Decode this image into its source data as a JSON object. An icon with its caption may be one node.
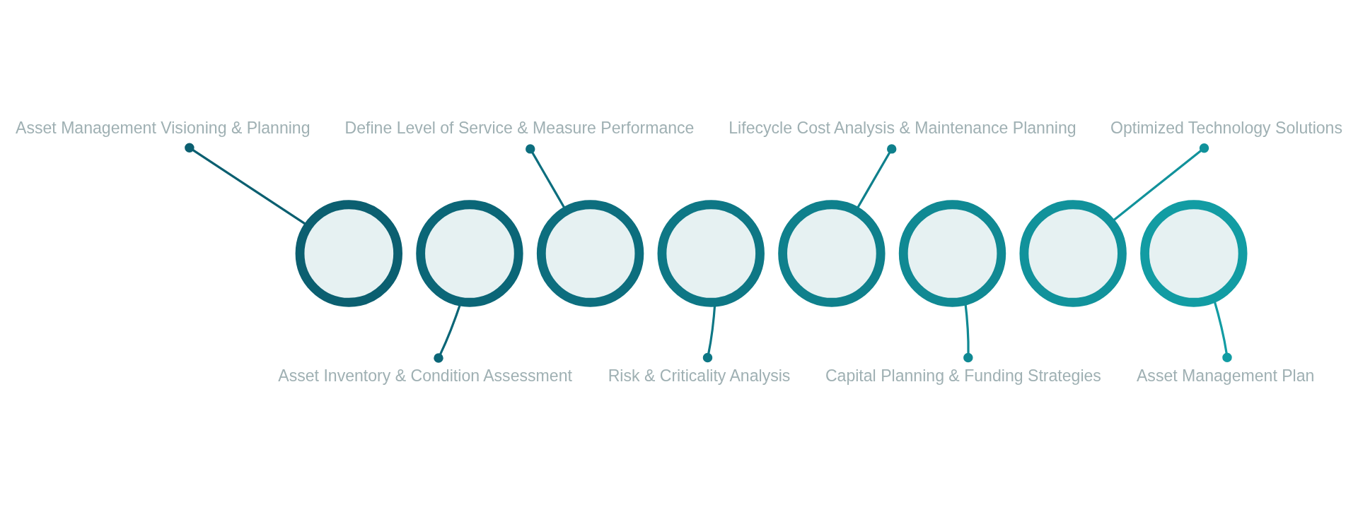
{
  "diagram": {
    "nodes": [
      {
        "text": [
          "Asset Management Visioning & Planning"
        ]
      },
      {
        "text": [],
        "shape": "circle"
      },
      {
        "text": [
          "Asset Inventory & Condition Assessment"
        ]
      },
      {
        "text": [],
        "shape": "circle"
      },
      {
        "text": [
          "Define Level of Service & Measure Performance"
        ]
      },
      {
        "text": [],
        "shape": "circle"
      },
      {
        "text": [
          "Risk & Criticality Analysis"
        ]
      },
      {
        "text": [],
        "shape": "circle"
      },
      {
        "text": [
          "Lifecycle Cost Analysis & Maintenance Planning"
        ]
      },
      {
        "text": [],
        "shape": "circle"
      },
      {
        "text": [
          "Capital Planning & Funding Strategies"
        ]
      },
      {
        "text": [],
        "shape": "circle"
      },
      {
        "text": [
          "Optimized Technology Solutions"
        ]
      },
      {
        "text": [],
        "shape": "circle"
      },
      {
        "text": [
          "Asset Management Plan"
        ]
      },
      {
        "text": [],
        "shape": "circle"
      }
    ],
    "edges": [
      {
        "from": 0,
        "to": 1,
        "arrow": "other"
      },
      {
        "from": 2,
        "to": 3,
        "arrow": "other"
      },
      {
        "from": 4,
        "to": 5,
        "arrow": "other"
      },
      {
        "from": 6,
        "to": 7,
        "arrow": "other"
      },
      {
        "from": 8,
        "to": 9,
        "arrow": "other"
      },
      {
        "from": 10,
        "to": 11,
        "arrow": "other"
      },
      {
        "from": 12,
        "to": 13,
        "arrow": "other"
      },
      {
        "from": 14,
        "to": 15,
        "arrow": "other"
      }
    ]
  }
}
